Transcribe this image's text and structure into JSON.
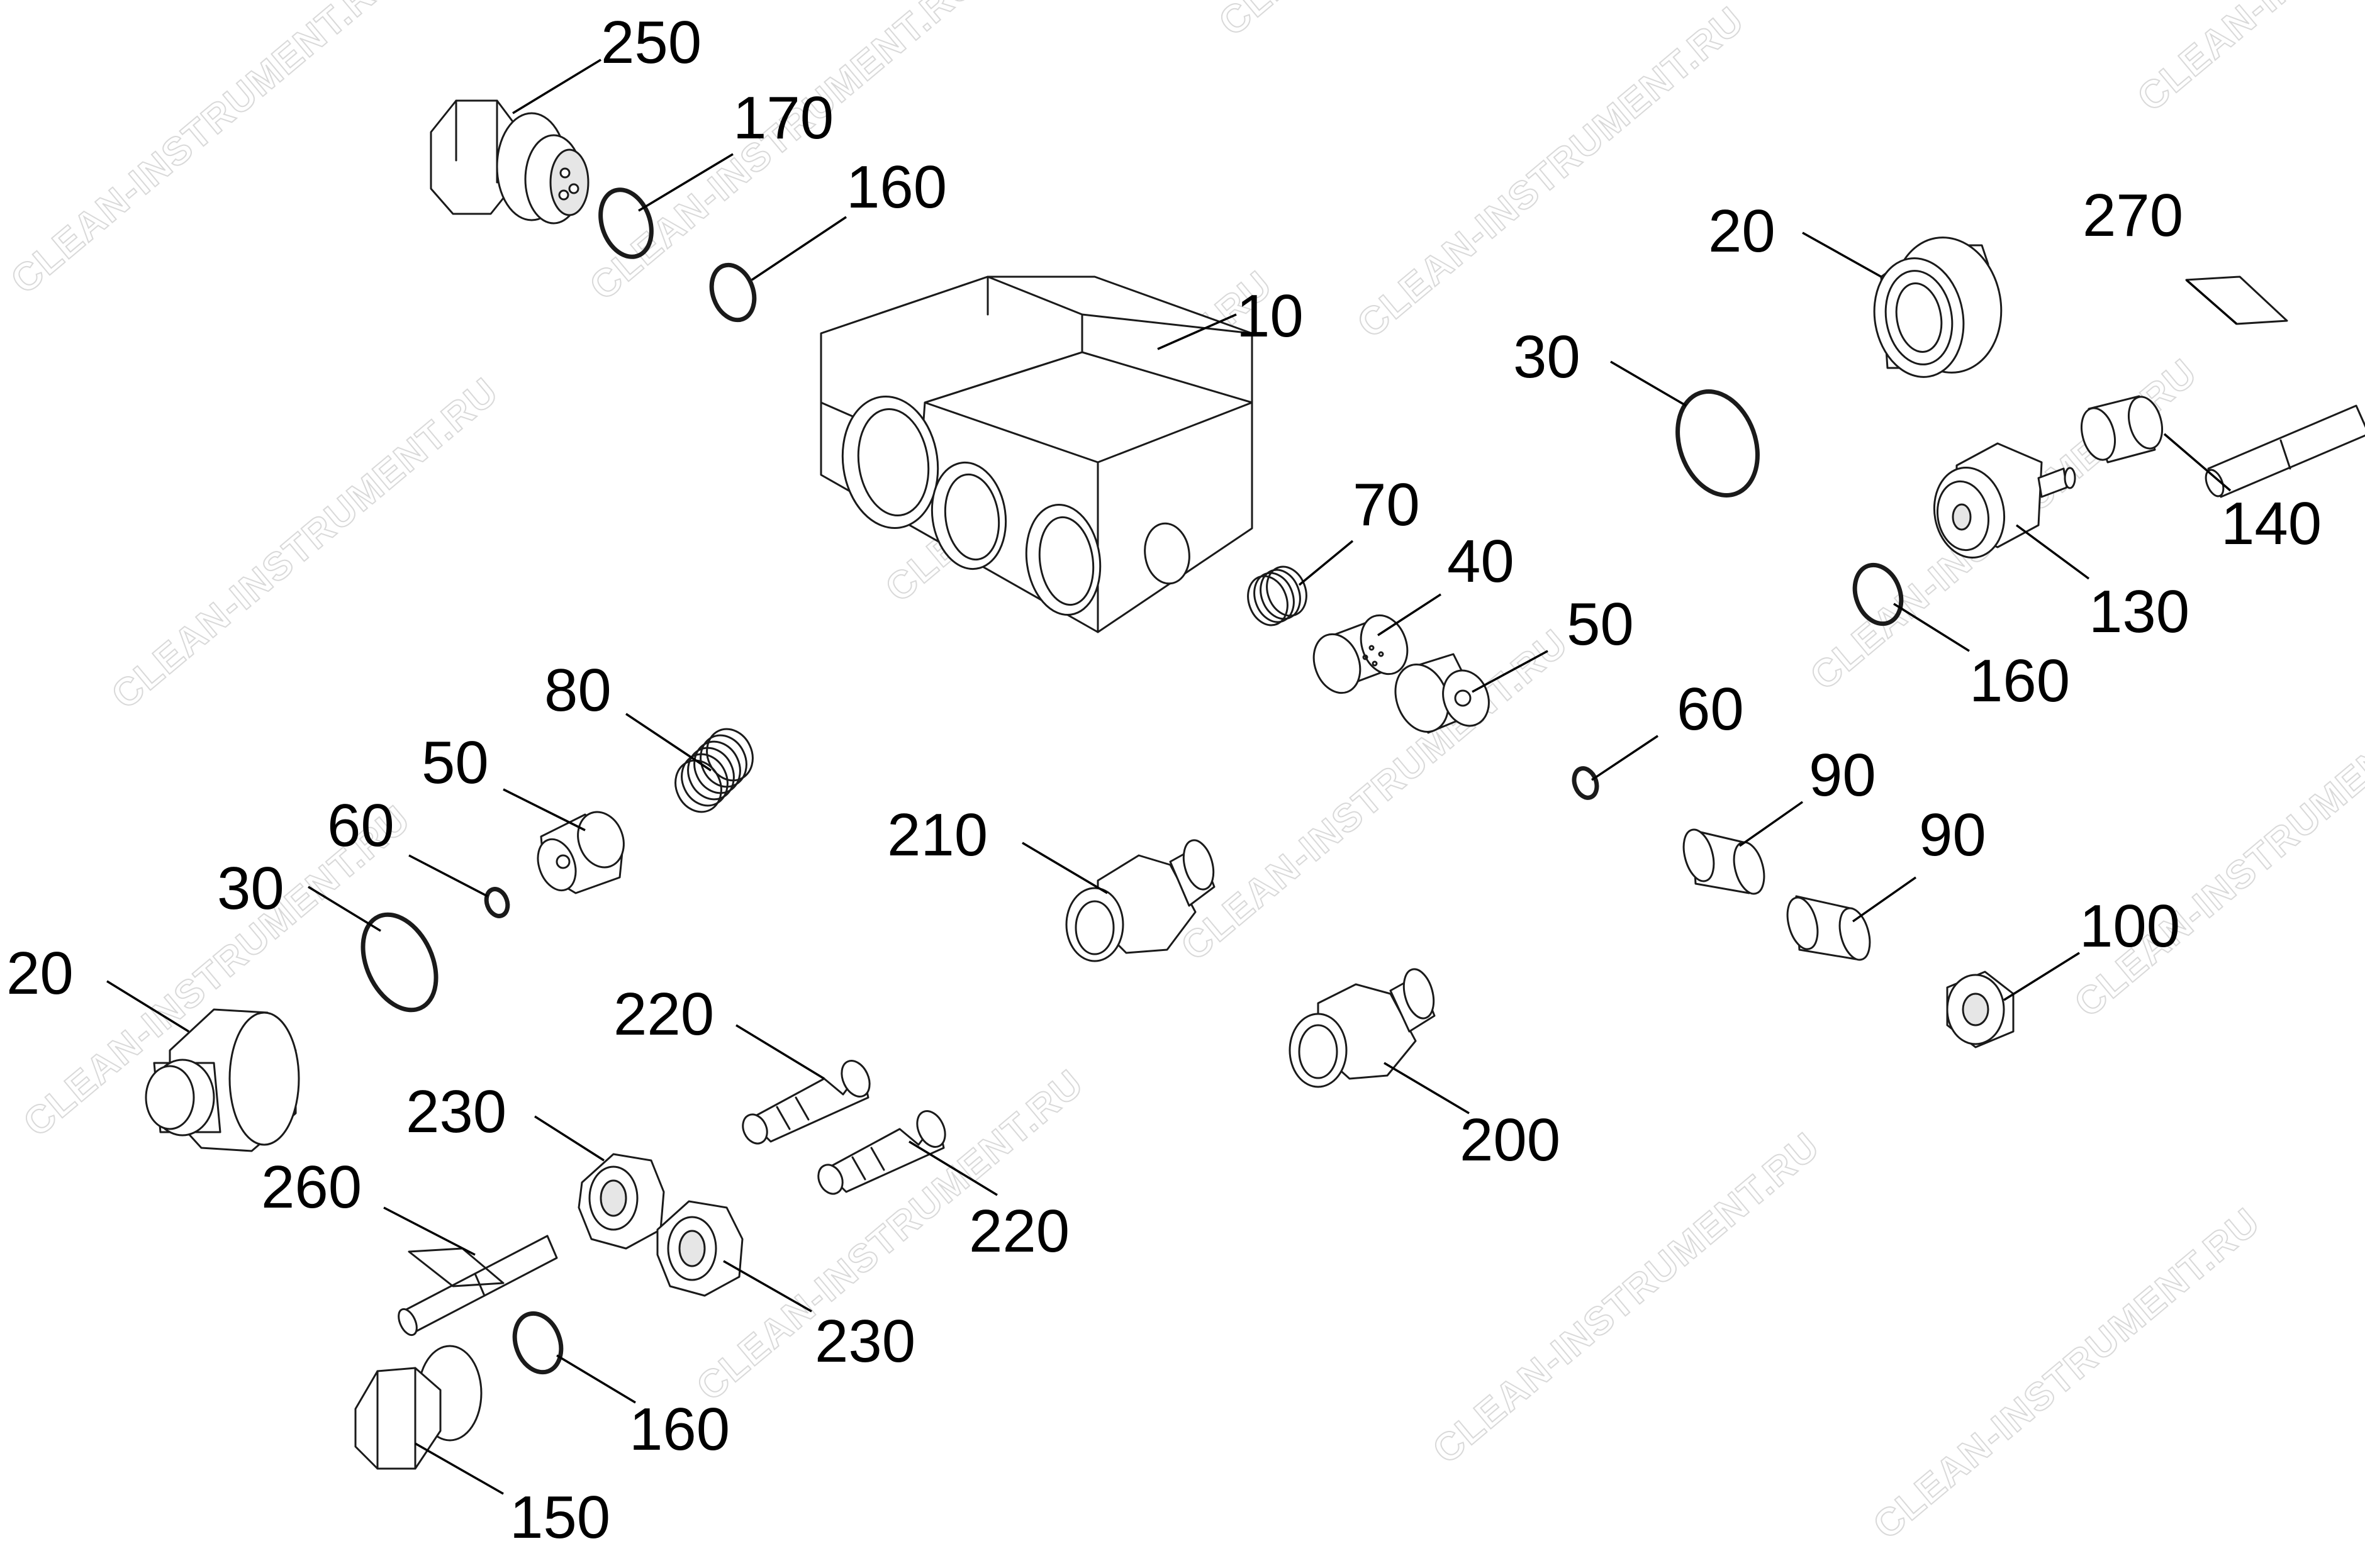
{
  "watermark": "CLEAN-INSTRUMENT.RU",
  "labels": {
    "p250": "250",
    "p170": "170",
    "p160a": "160",
    "p10": "10",
    "p20a": "20",
    "p270": "270",
    "p30a": "30",
    "p140": "140",
    "p70": "70",
    "p40": "40",
    "p130": "130",
    "p50a": "50",
    "p160b": "160",
    "p60a": "60",
    "p80": "80",
    "p90a": "90",
    "p50b": "50",
    "p90b": "90",
    "p60b": "60",
    "p210": "210",
    "p30b": "30",
    "p100": "100",
    "p20b": "20",
    "p220a": "220",
    "p200": "200",
    "p230a": "230",
    "p260": "260",
    "p220b": "220",
    "p230b": "230",
    "p160c": "160",
    "p150": "150"
  }
}
